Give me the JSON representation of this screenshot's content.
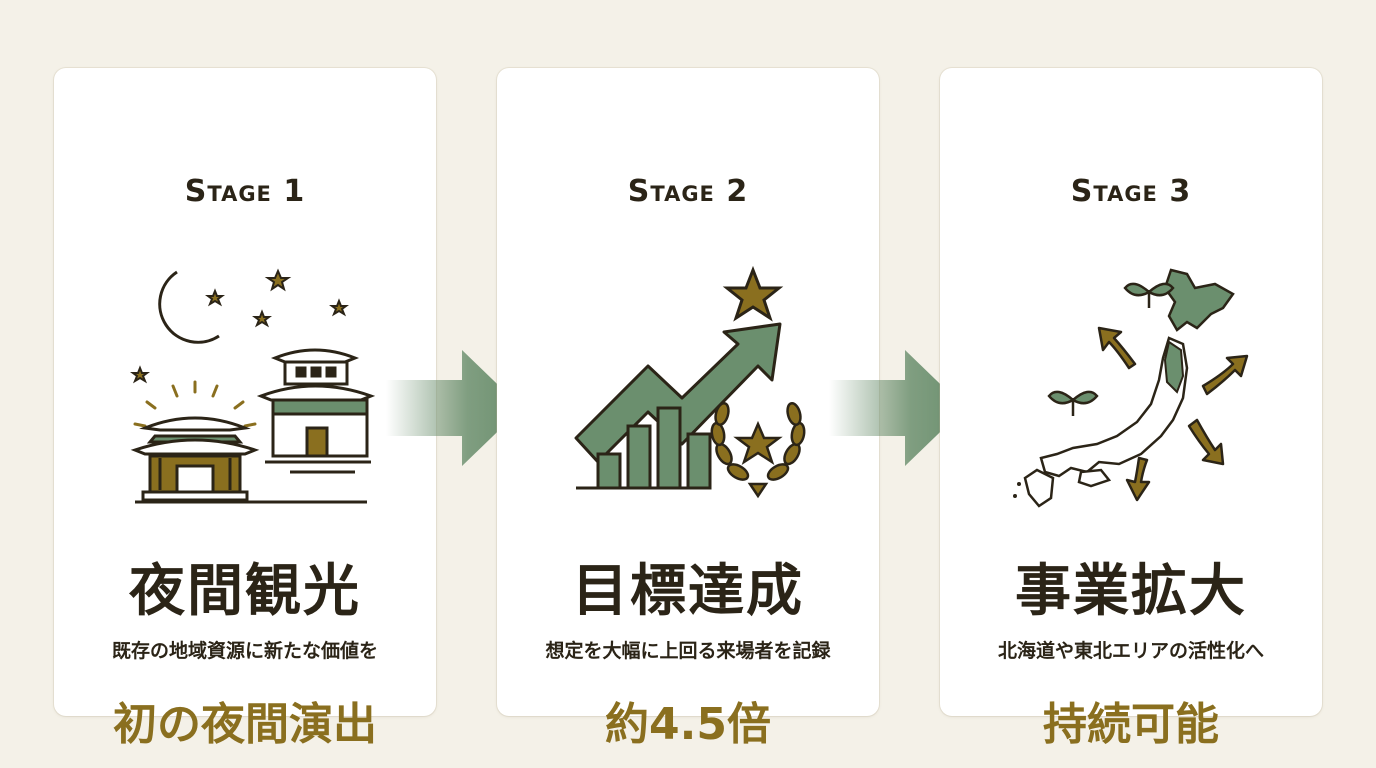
{
  "stages": [
    {
      "label": "Stage 1",
      "title": "夜間観光",
      "description": "既存の地域資源に新たな価値を",
      "highlight": "初の夜間演出"
    },
    {
      "label": "Stage 2",
      "title": "目標達成",
      "description": "想定を大幅に上回る来場者を記録",
      "highlight": "約4.5倍"
    },
    {
      "label": "Stage 3",
      "title": "事業拡大",
      "description": "北海道や東北エリアの活性化へ",
      "highlight": "持続可能"
    }
  ],
  "colors": {
    "background": "#f4f1e8",
    "card": "#ffffff",
    "text_dark": "#2b2417",
    "accent_gold": "#8a6f1f",
    "green": "#6b8f6e"
  },
  "icons": [
    "crescent-moon-icon",
    "temple-icon",
    "growth-chart-icon",
    "laurel-star-icon",
    "japan-map-icon",
    "sprout-icon"
  ]
}
